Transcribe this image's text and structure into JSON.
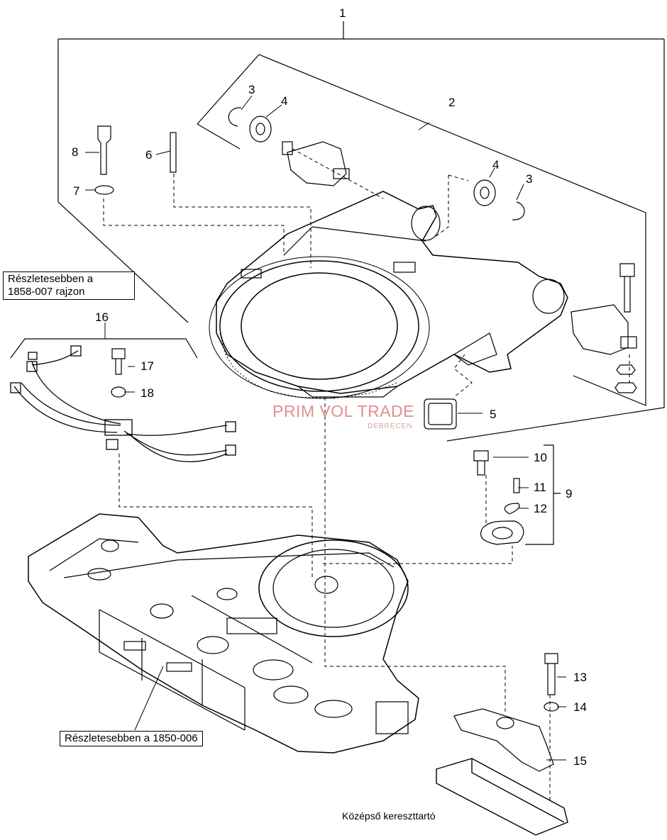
{
  "callouts": {
    "c1": "1",
    "c2": "2",
    "c3a": "3",
    "c3b": "3",
    "c4a": "4",
    "c4b": "4",
    "c5": "5",
    "c6": "6",
    "c7": "7",
    "c8": "8",
    "c9": "9",
    "c10": "10",
    "c11": "11",
    "c12": "12",
    "c13": "13",
    "c14": "14",
    "c15": "15",
    "c16": "16",
    "c17": "17",
    "c18": "18"
  },
  "references": {
    "wiring_ref_line1": "Részletesebben a",
    "wiring_ref_line2": "1858-007 rajzon",
    "frame_ref": "Részletesebben a 1850-006",
    "crossmember": "Középső kereszttartó"
  },
  "watermark": {
    "name": "PRIM VOL TRADE",
    "city": "DEBRECEN"
  },
  "colors": {
    "line": "#000000",
    "watermark": "#e08f8f"
  }
}
